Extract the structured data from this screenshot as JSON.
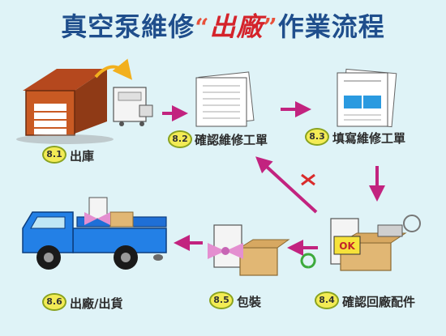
{
  "title": {
    "before": "真空泵維修",
    "quote_open": "“",
    "highlight": "出廠",
    "quote_close": "”",
    "after": "作業流程"
  },
  "steps": [
    {
      "num": "8.1",
      "label": "出庫"
    },
    {
      "num": "8.2",
      "label": "確認維修工單"
    },
    {
      "num": "8.3",
      "label": "填寫維修工單"
    },
    {
      "num": "8.4",
      "label": "確認回廠配件"
    },
    {
      "num": "8.5",
      "label": "包裝"
    },
    {
      "num": "8.6",
      "label": "出廠/出貨"
    }
  ],
  "stamp_text": "OK",
  "colors": {
    "background": "#dff3f7",
    "title": "#1f4e8c",
    "title_highlight": "#d4232b",
    "arrow": "#c2237f",
    "badge_fill": "#f3eb55",
    "badge_border": "#8aa320",
    "wrong_path": "#d92b2b"
  }
}
